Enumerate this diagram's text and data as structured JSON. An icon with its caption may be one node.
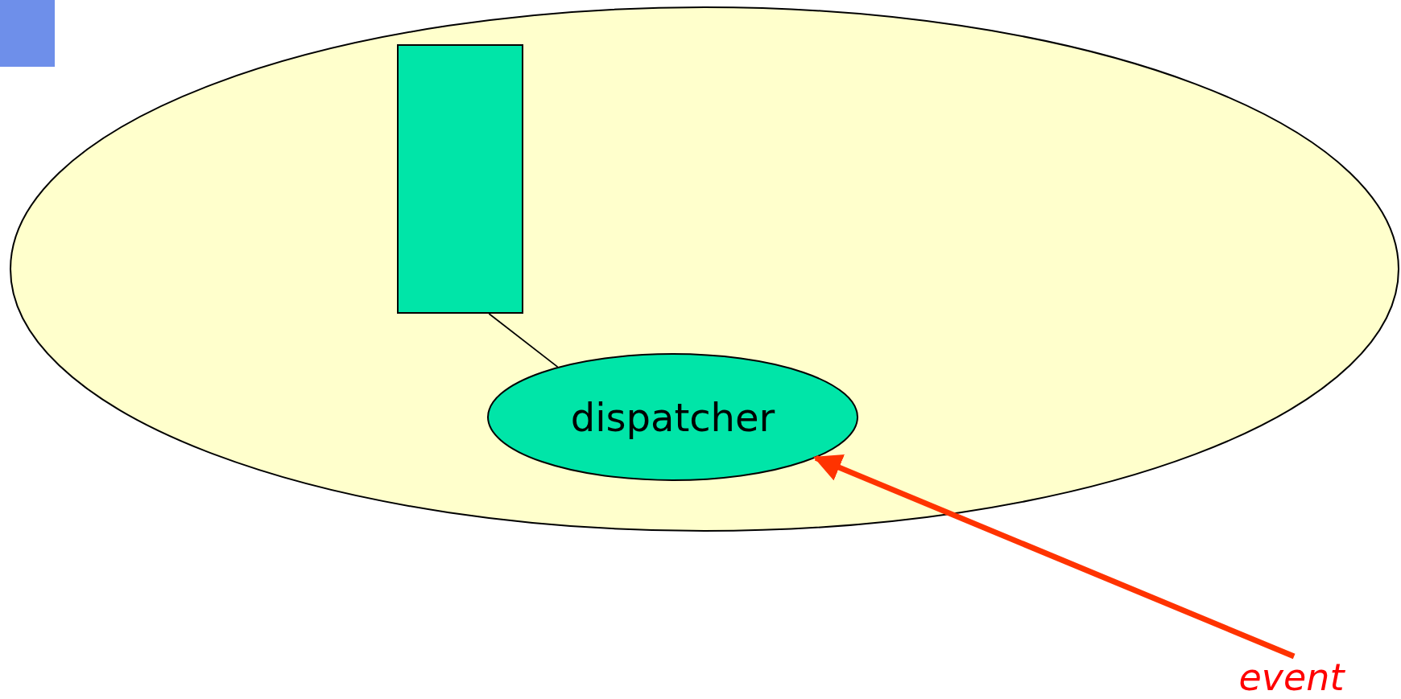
{
  "diagram": {
    "nodes": [
      {
        "text": [],
        "shape": "ellipse"
      },
      {
        "text": [],
        "shape": "box",
        "in": 0
      },
      {
        "text": [
          "dispatcher"
        ],
        "in": 0
      },
      {
        "text": [
          "event"
        ]
      }
    ],
    "edges": [
      {
        "from": 1,
        "to": 2,
        "arrow": "none"
      },
      {
        "from": 3,
        "to": 2,
        "arrow": "to",
        "style": "thick",
        "color": "#ff3300"
      }
    ]
  }
}
